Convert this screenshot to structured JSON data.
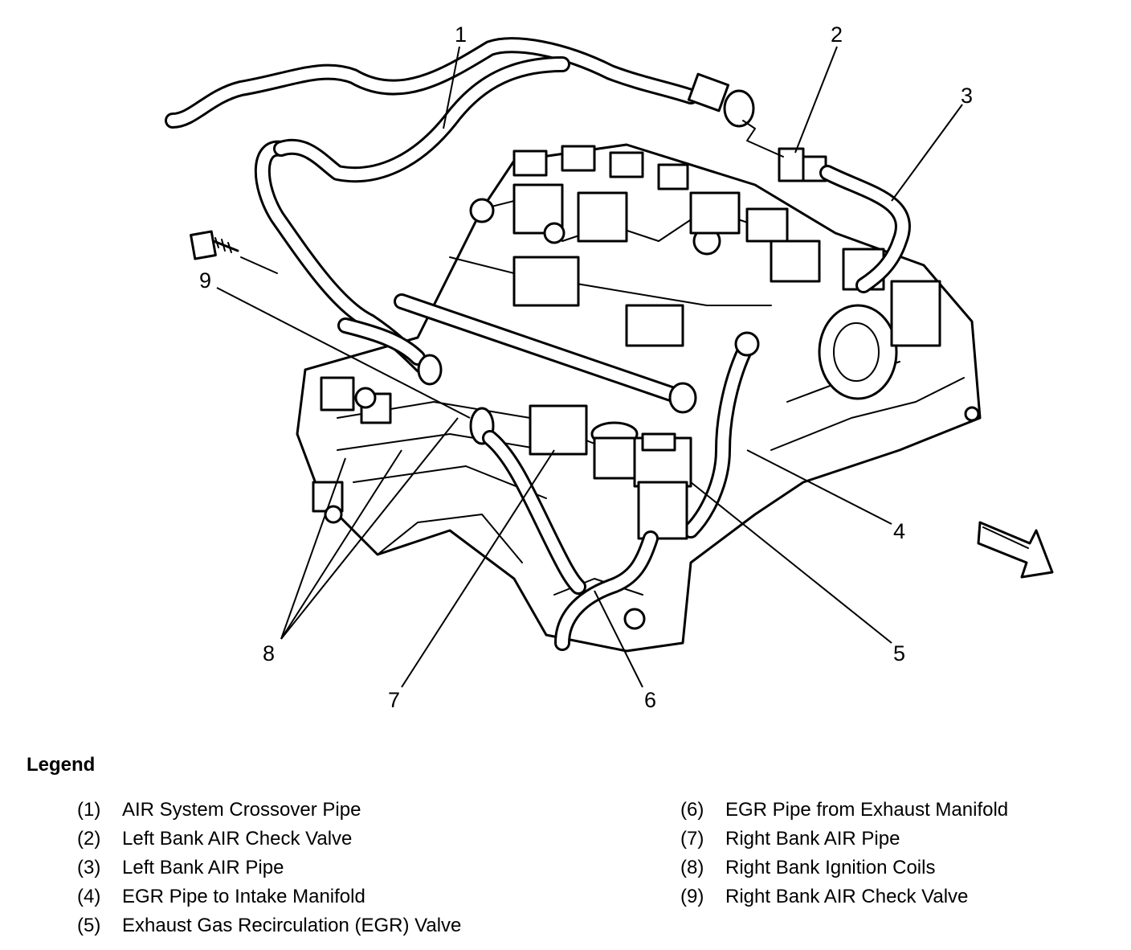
{
  "callouts": [
    "1",
    "2",
    "3",
    "4",
    "5",
    "6",
    "7",
    "8",
    "9"
  ],
  "legend": {
    "title": "Legend",
    "left": [
      {
        "num": "(1)",
        "text": "AIR System Crossover Pipe"
      },
      {
        "num": "(2)",
        "text": "Left Bank AIR Check Valve"
      },
      {
        "num": "(3)",
        "text": "Left Bank AIR Pipe"
      },
      {
        "num": "(4)",
        "text": "EGR Pipe to Intake Manifold"
      },
      {
        "num": "(5)",
        "text": "Exhaust Gas Recirculation (EGR) Valve"
      }
    ],
    "right": [
      {
        "num": "(6)",
        "text": "EGR Pipe from Exhaust Manifold"
      },
      {
        "num": "(7)",
        "text": "Right Bank AIR Pipe"
      },
      {
        "num": "(8)",
        "text": "Right Bank Ignition Coils"
      },
      {
        "num": "(9)",
        "text": "Right Bank AIR Check Valve"
      }
    ]
  },
  "icons": {
    "direction_arrow": "front-direction-arrow-icon"
  }
}
